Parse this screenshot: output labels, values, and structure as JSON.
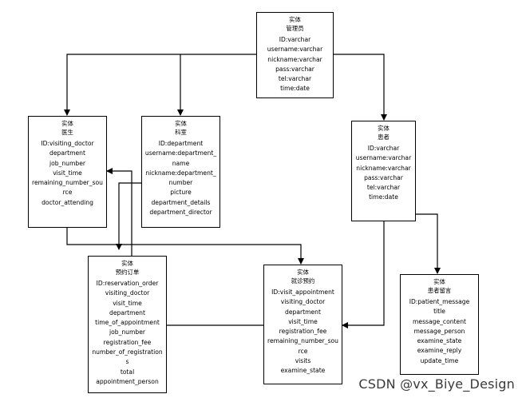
{
  "entities": {
    "admin": {
      "kind": "实体",
      "name": "管理员",
      "fields": [
        "ID:varchar",
        "username:varchar",
        "nickname:varchar",
        "pass:varchar",
        "tel:varchar",
        "time:date"
      ]
    },
    "doctor": {
      "kind": "实体",
      "name": "医生",
      "fields": [
        "ID:visiting_doctor",
        "department",
        "job_number",
        "visit_time",
        "remaining_number_sou",
        "rce",
        "doctor_attending"
      ]
    },
    "department": {
      "kind": "实体",
      "name": "科室",
      "fields": [
        "ID:department",
        "username:department_",
        "name",
        "nickname:department_",
        "number",
        "picture",
        "department_details",
        "department_director"
      ]
    },
    "patient": {
      "kind": "实体",
      "name": "患者",
      "fields": [
        "ID:varchar",
        "username:varchar",
        "nickname:varchar",
        "pass:varchar",
        "tel:varchar",
        "time:date"
      ]
    },
    "reservation": {
      "kind": "实体",
      "name": "预约订单",
      "fields": [
        "ID:reservation_order",
        "visiting_doctor",
        "visit_time",
        "department",
        "time_of_appointment",
        "job_number",
        "registration_fee",
        "number_of_registration",
        "s",
        "total",
        "appointment_person"
      ]
    },
    "visit": {
      "kind": "实体",
      "name": "就诊预约",
      "fields": [
        "ID:visit_appointment",
        "visiting_doctor",
        "department",
        "visit_time",
        "registration_fee",
        "remaining_number_sou",
        "rce",
        "visits",
        "examine_state"
      ]
    },
    "message": {
      "kind": "实体",
      "name": "患者留言",
      "fields": [
        "ID:patient_message",
        "title",
        "message_content",
        "message_person",
        "examine_state",
        "examine_reply",
        "update_time"
      ]
    }
  },
  "watermark": "CSDN @vx_Biye_Design"
}
